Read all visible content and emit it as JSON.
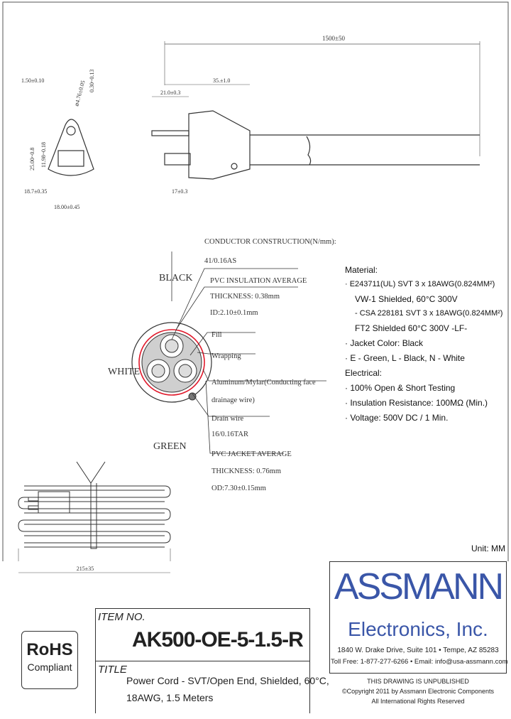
{
  "dimensions": {
    "overall_length": "1500±50",
    "pin_thickness": "1.50±0.10",
    "hole_dia": "⌀4.76±0.05",
    "hole_offset": "0.30~0.13",
    "plug_length": "25.00~0.8",
    "pin_spacing": "11.98~0.18",
    "face_width_a": "18.7±0.35",
    "face_width_b": "18.00±0.45",
    "plug_body_len": "35.±1.0",
    "pin_len": "21.0±0.3",
    "pin_gap": "17±0.3",
    "coil_len": "215±35"
  },
  "cross_section": {
    "conductor_title": "CONDUCTOR CONSTRUCTION(N/mm):",
    "conductor_value": "41/0.16AS",
    "label_black": "BLACK",
    "label_white": "WHITE",
    "label_green": "GREEN",
    "insulation_title": "PVC INSULATION AVERAGE",
    "insulation_thickness": "THICKNESS: 0.38mm",
    "insulation_id": "ID:2.10±0.1mm",
    "fill": "Fill",
    "wrapping": "Wrapping",
    "mylar_1": "Aluminum/Mylar(Conducting face",
    "mylar_2": "drainage wire)",
    "drain_wire": "Drain wire",
    "drain_value": "16/0.16TAR",
    "jacket_title": "PVC JACKET AVERAGE",
    "jacket_thickness": "THICKNESS: 0.76mm",
    "jacket_od": "OD:7.30±0.15mm"
  },
  "specs": {
    "material_head": "Material:",
    "l1": "· E243711(UL) SVT 3 x 18AWG(0.824MM²)",
    "l2": "VW-1 Shielded, 60°C 300V",
    "l3": "- CSA 228181 SVT 3 x 18AWG(0.824MM²)",
    "l4": "FT2 Shielded 60°C 300V -LF-",
    "l5": "· Jacket Color: Black",
    "l6": "· E - Green, L - Black, N - White",
    "electrical_head": "Electrical:",
    "l7": "· 100% Open & Short Testing",
    "l8": "· Insulation Resistance: 100MΩ (Min.)",
    "l9": "· Voltage: 500V DC / 1 Min."
  },
  "unit": "Unit: MM",
  "title_block": {
    "item_label": "ITEM NO.",
    "item_no": "AK500-OE-5-1.5-R",
    "title_label": "TITLE",
    "title_1": "Power Cord - SVT/Open End, Shielded, 60°C,",
    "title_2": "18AWG, 1.5 Meters",
    "rohs_1": "RoHS",
    "rohs_2": "Compliant",
    "company_1": "ASSMANN",
    "company_2": "Electronics, Inc.",
    "address": "1840 W. Drake Drive, Suite 101 • Tempe, AZ 85283",
    "contact": "Toll Free: 1-877-277-6266 • Email: info@usa-assmann.com",
    "unpublished": "THIS DRAWING IS UNPUBLISHED",
    "copyright": "©Copyright 2011 by Assmann Electronic Components",
    "rights": "All International Rights Reserved"
  },
  "colors": {
    "red_ring": "#e0182a",
    "line": "#333333",
    "accent_blue": "#3a56a8"
  }
}
